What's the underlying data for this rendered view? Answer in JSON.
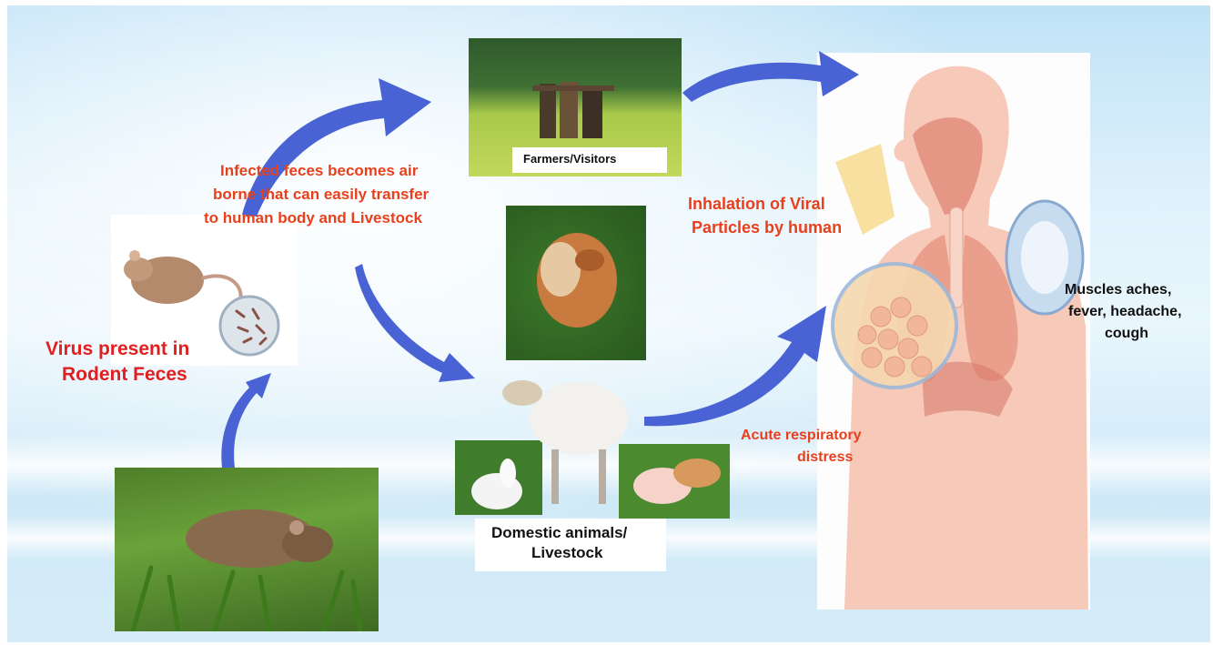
{
  "labels": {
    "rodent_virus": [
      "Virus present in",
      "Rodent Feces"
    ],
    "airborne": [
      "Infected feces becomes air",
      "borne that can easily transfer",
      "to human body and Livestock"
    ],
    "farmers": "Farmers/Visitors",
    "domestic": [
      "Domestic animals/",
      "Livestock"
    ],
    "inhalation": [
      "Inhalation of Viral",
      "Particles by human"
    ],
    "symptoms": [
      "Muscles aches,",
      "fever, headache,",
      "cough"
    ],
    "acute": [
      "Acute respiratory",
      "distress"
    ]
  },
  "colors": {
    "arrow": "#4a63d4",
    "label_red": "#e02020",
    "label_orange": "#e8401c",
    "body": "#f2b4a0"
  },
  "icons": [
    "rodent-icon",
    "virus-particle-icon",
    "rat-photo",
    "farmers-photo",
    "chicken-photo",
    "sheep-icon",
    "rabbit-photo",
    "piglets-photo",
    "human-respiratory-icon"
  ]
}
